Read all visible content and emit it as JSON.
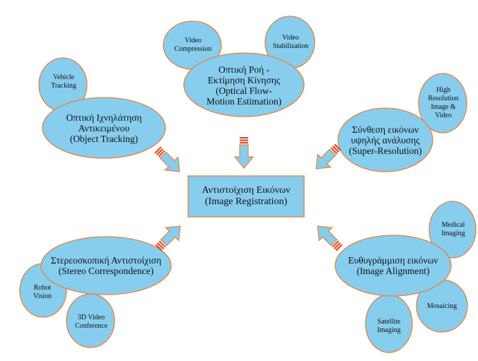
{
  "center": {
    "text": "Αντιστοίχιση Εικόνων\n(Image Registration)"
  },
  "nodes": {
    "optical_flow": "Οπτική Ροή -\nΕκτίμηση Κίνησης\n(Optical Flow-\nMotion Estimation)",
    "video_compression": "Video\nCompression",
    "video_stabilization": "Video\nStabilization",
    "object_tracking": "Οπτική Ιχνηλάτηση\nΑντικειμένου\n(Object Tracking)",
    "vehicle_tracking": "Vehicle\nTracking",
    "super_resolution": "Σύνθεση εικόνων\nυψηλής ανάλυσης\n(Super-Resolution)",
    "high_resolution": "High\nResolution\nImage &\nVideo",
    "stereo": "Στερεοσκοπική Αντιστοίχιση\n(Stereo Correspondence)",
    "robot_vision": "Robot\nVision",
    "video_conference": "3D Video\nConference",
    "image_alignment": "Ευθυγράμμιση εικόνων\n(Image Alignment)",
    "medical_imaging": "Medical\nImaging",
    "mosaicing": "Mosaicing",
    "satellite_imaging": "Satellite\nImaging"
  },
  "colors": {
    "fill": "#87cdee",
    "stroke": "#e8823c"
  }
}
